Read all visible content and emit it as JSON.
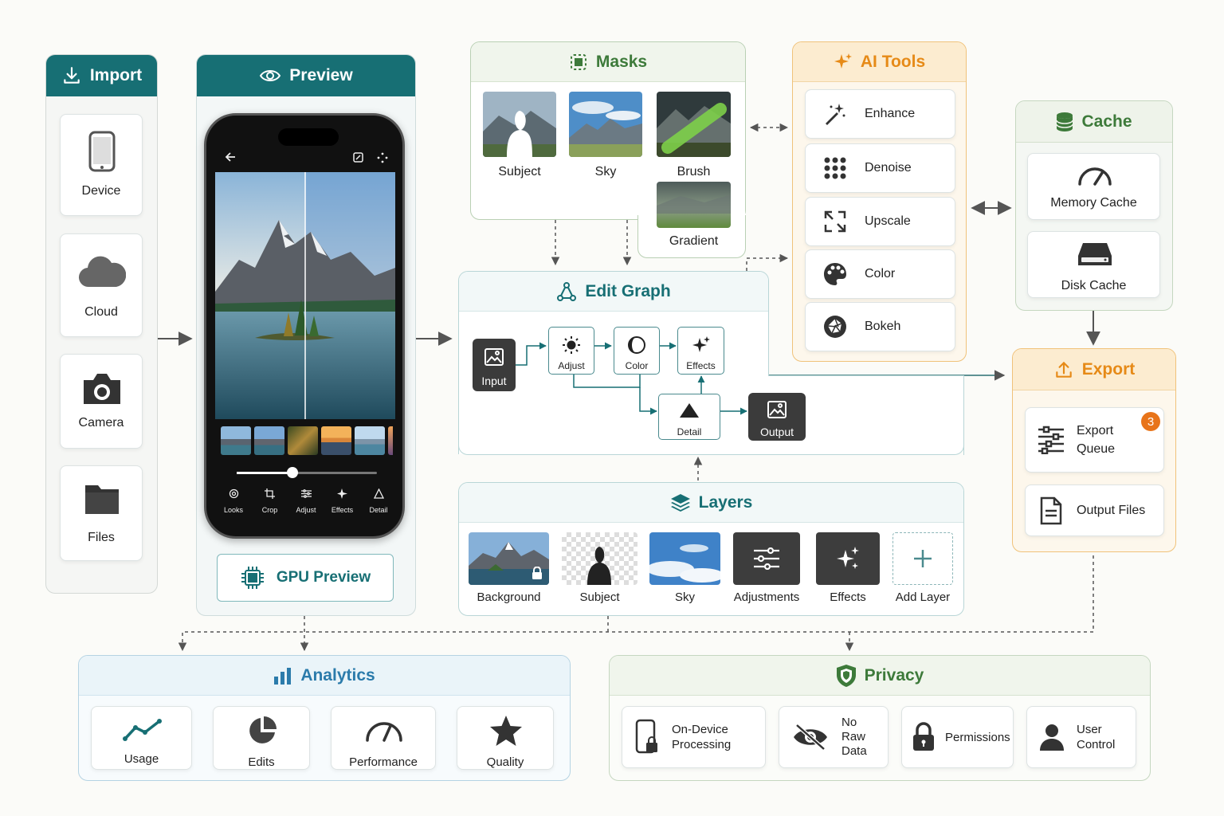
{
  "import": {
    "title": "Import",
    "items": [
      "Device",
      "Cloud",
      "Camera",
      "Files"
    ]
  },
  "preview": {
    "title": "Preview",
    "phone_tools": [
      "Looks",
      "Crop",
      "Adjust",
      "Effects",
      "Detail"
    ],
    "gpu_label": "GPU Preview"
  },
  "masks": {
    "title": "Masks",
    "items": [
      "Subject",
      "Sky",
      "Brush",
      "Gradient"
    ]
  },
  "ai_tools": {
    "title": "AI Tools",
    "items": [
      "Enhance",
      "Denoise",
      "Upscale",
      "Color",
      "Bokeh"
    ]
  },
  "cache": {
    "title": "Cache",
    "items": [
      "Memory Cache",
      "Disk Cache"
    ]
  },
  "edit_graph": {
    "title": "Edit Graph",
    "nodes": {
      "input": "Input",
      "adjust": "Adjust",
      "color": "Color",
      "effects": "Effects",
      "detail": "Detail",
      "output": "Output"
    }
  },
  "export": {
    "title": "Export",
    "queue_line1": "Export",
    "queue_line2": "Queue",
    "queue_badge": "3",
    "output_files": "Output Files"
  },
  "layers": {
    "title": "Layers",
    "items": [
      "Background",
      "Subject",
      "Sky",
      "Adjustments",
      "Effects",
      "Add Layer"
    ]
  },
  "analytics": {
    "title": "Analytics",
    "items": [
      "Usage",
      "Edits",
      "Performance",
      "Quality"
    ]
  },
  "privacy": {
    "title": "Privacy",
    "ondevice_1": "On-Device",
    "ondevice_2": "Processing",
    "noraw_1": "No",
    "noraw_2": "Raw",
    "noraw_3": "Data",
    "permissions": "Permissions",
    "user_1": "User",
    "user_2": "Control"
  },
  "colors": {
    "teal": "#176f74",
    "teal_soft": "#e8f3f3",
    "green": "#3d7a3a",
    "green_soft": "#f0f5ec",
    "orange": "#e68a17",
    "orange_soft": "#fdf2df",
    "blue": "#2b7bab",
    "blue_soft": "#eaf4f9",
    "node_dark": "#3b3b3b"
  }
}
